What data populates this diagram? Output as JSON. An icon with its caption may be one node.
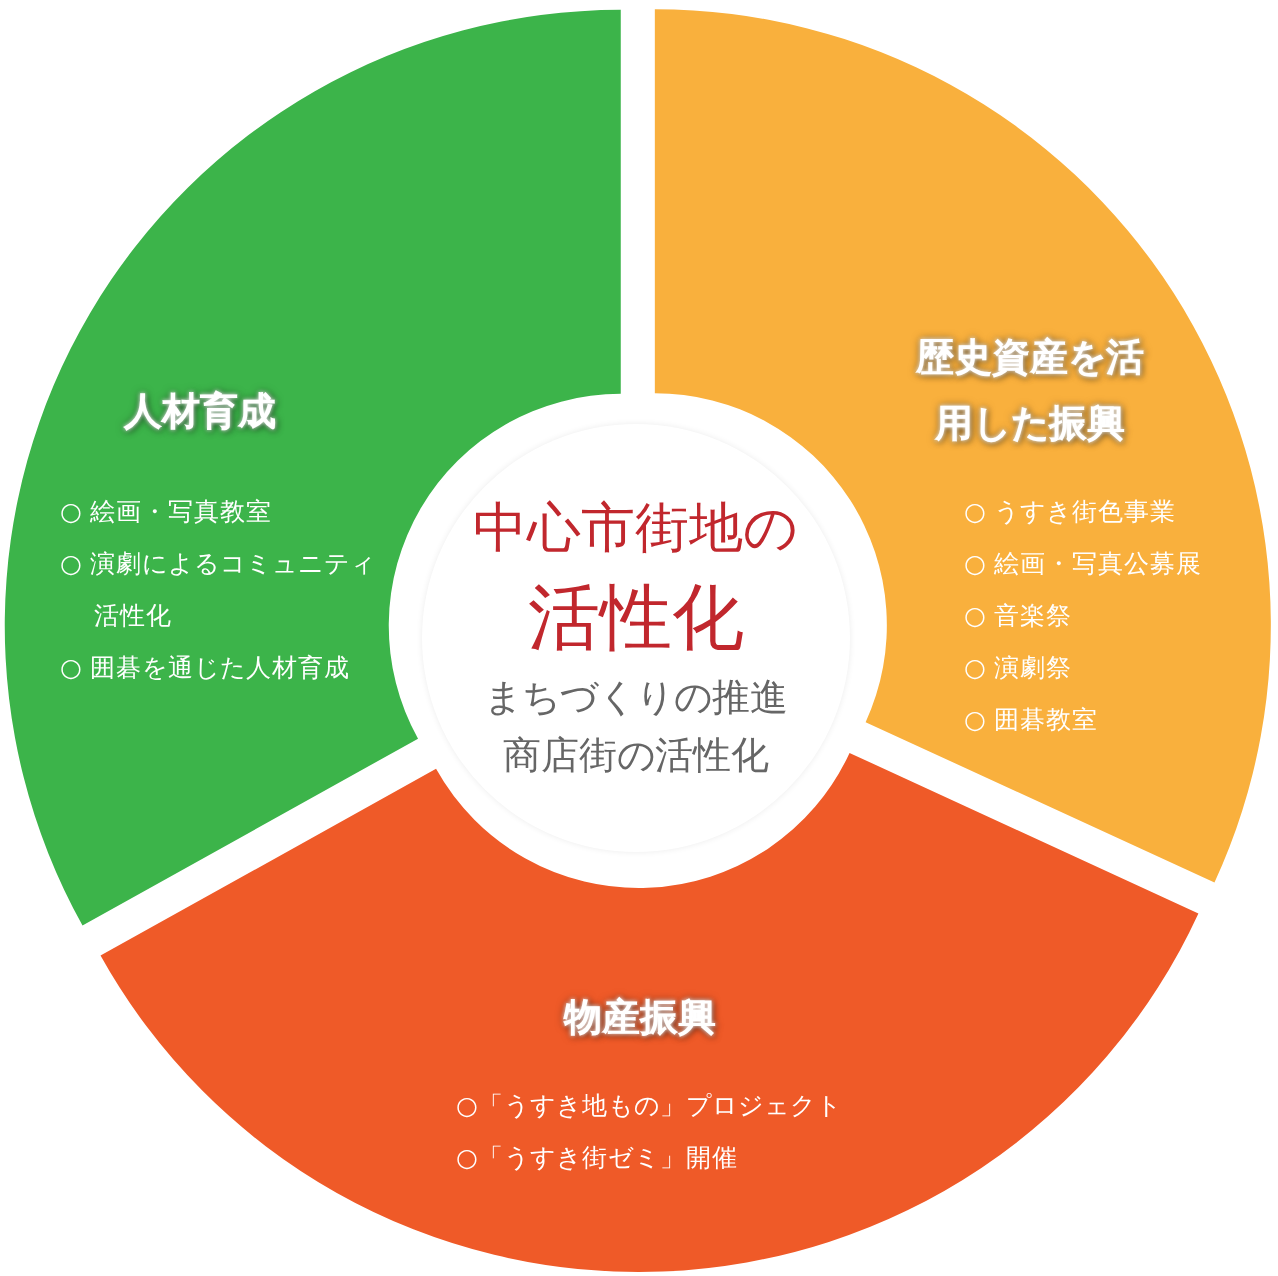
{
  "diagram": {
    "nodes": [
      {
        "text": [
          "人材育成",
          "○ 絵画・写真教室",
          "○ 演劇によるコミュニティ活性化",
          "○ 囲碁を通じた人材育成"
        ]
      },
      {
        "text": [
          "歴史資産を活用した振興",
          "○ うすき街色事業",
          "○ 絵画・写真公募展",
          "○ 音楽祭",
          "○ 演劇祭",
          "○ 囲碁教室"
        ]
      },
      {
        "text": [
          "物産振興",
          "○「うすき地もの」プロジェクト",
          "○「うすき街ゼミ」開催"
        ]
      },
      {
        "text": [
          "中心市街地の",
          "活性化",
          "まちづくりの推進",
          "商店街の活性化"
        ]
      }
    ]
  }
}
